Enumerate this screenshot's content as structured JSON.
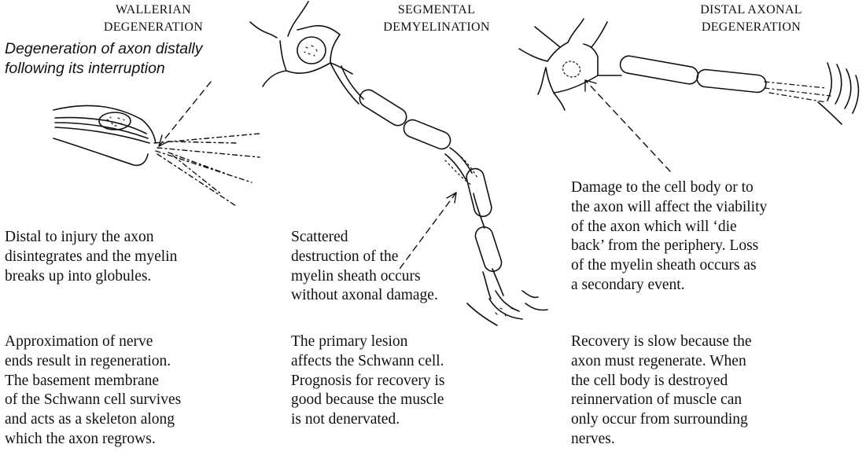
{
  "columns": {
    "wallerian": {
      "title": "WALLERIAN\nDEGENERATION",
      "subtitle": "Degeneration of axon distally\nfollowing its interruption",
      "para1": "Distal to injury the axon\ndisintegrates and the myelin\nbreaks up into globules.",
      "para2": "Approximation of nerve\nends result in regeneration.\nThe basement membrane\nof the Schwann cell survives\nand acts as a skeleton along\nwhich the axon regrows."
    },
    "segmental": {
      "title": "SEGMENTAL\nDEMYELINATION",
      "para1": "Scattered\ndestruction of the\nmyelin sheath occurs\nwithout axonal damage.",
      "para2": "The primary lesion\naffects the Schwann cell.\nPrognosis for recovery is\ngood because the muscle\nis not denervated."
    },
    "distal": {
      "title": "DISTAL AXONAL\nDEGENERATION",
      "para1": "Damage to the cell body or to\nthe axon will affect the viability\nof the axon which will ‘die\nback’ from the periphery. Loss\nof the myelin sheath occurs as\na secondary event.",
      "para2": "Recovery is slow because the\naxon must regenerate. When\nthe cell body is destroyed\nreinnervation of muscle can\nonly occur from surrounding\nnerves."
    }
  }
}
